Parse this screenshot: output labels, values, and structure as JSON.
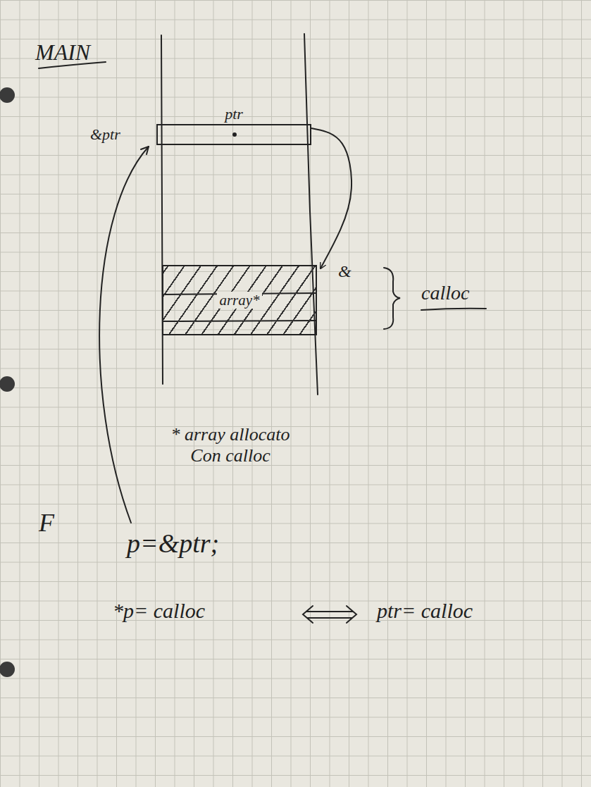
{
  "diagram": {
    "title": "MAIN",
    "nodes": [
      {
        "text": [
          "ptr"
        ]
      },
      {
        "text": [
          "array*"
        ]
      }
    ],
    "edges": [
      {
        "from": 0,
        "to": 1,
        "arrow": "to"
      }
    ],
    "labels": [
      "&ptr",
      "&",
      "calloc",
      "* array allocato Con calloc",
      "F",
      "p=&ptr;",
      "*p= calloc",
      "ptr= calloc"
    ]
  }
}
